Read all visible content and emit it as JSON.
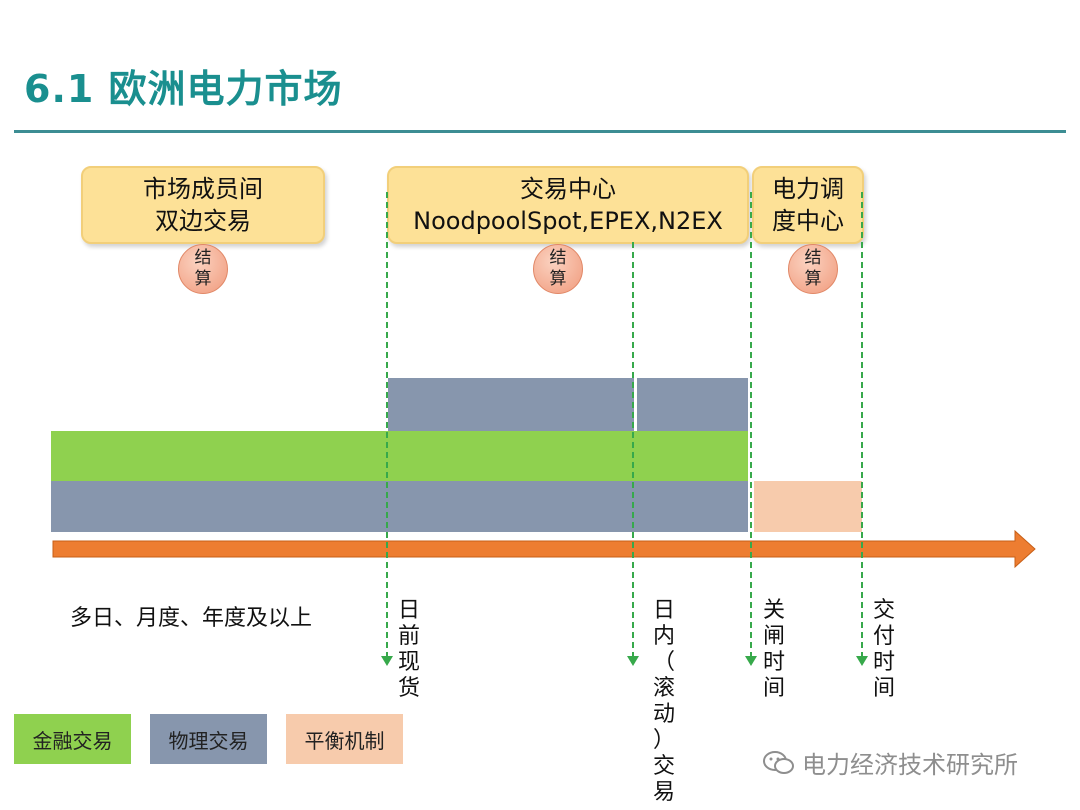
{
  "title": "6.1 欧洲电力市场",
  "boxes": {
    "bilateral": {
      "line1": "市场成员间",
      "line2": "双边交易"
    },
    "exchange": {
      "line1": "交易中心",
      "line2": "NoodpoolSpot,EPEX,N2EX"
    },
    "dispatch": {
      "line1": "电力调",
      "line2": "度中心"
    }
  },
  "settlement": {
    "c1": "结",
    "c2": "算"
  },
  "timeline_labels": {
    "long_term": "多日、月度、年度及以上",
    "day_ahead": [
      "日",
      "前",
      "现",
      "货"
    ],
    "intraday": [
      "日",
      "内",
      "（",
      "滚",
      "动",
      "）",
      "交",
      "易"
    ],
    "gate_closure": [
      "关",
      "闸",
      "时",
      "间"
    ],
    "delivery": [
      "交",
      "付",
      "时",
      "间"
    ]
  },
  "legend": {
    "financial": "金融交易",
    "physical": "物理交易",
    "balancing": "平衡机制"
  },
  "colors": {
    "financial": "#8fd14f",
    "physical": "#8796ad",
    "balancing": "#f7cbac",
    "axis": "#ed7d31",
    "dashed": "#37a94b"
  },
  "watermark": "电力经济技术研究所"
}
